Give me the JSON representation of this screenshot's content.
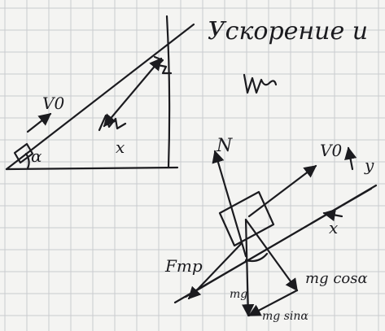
{
  "page": {
    "background": "#f4f4f2",
    "grid_color": "#c9cbcf",
    "ink_color": "#1b1b1f"
  },
  "header": {
    "title": "Ускорение и"
  },
  "incline_diagram": {
    "velocity_label": "V0",
    "angle_label": "α",
    "distance_label": "x"
  },
  "force_diagram": {
    "normal_label": "N",
    "velocity_label": "V0",
    "y_axis_label": "y",
    "x_axis_label": "x",
    "friction_label": "Fтр",
    "perp_component_label": "mg cosα",
    "gravity_label": "mg",
    "parallel_component_label": "mg sinα"
  }
}
